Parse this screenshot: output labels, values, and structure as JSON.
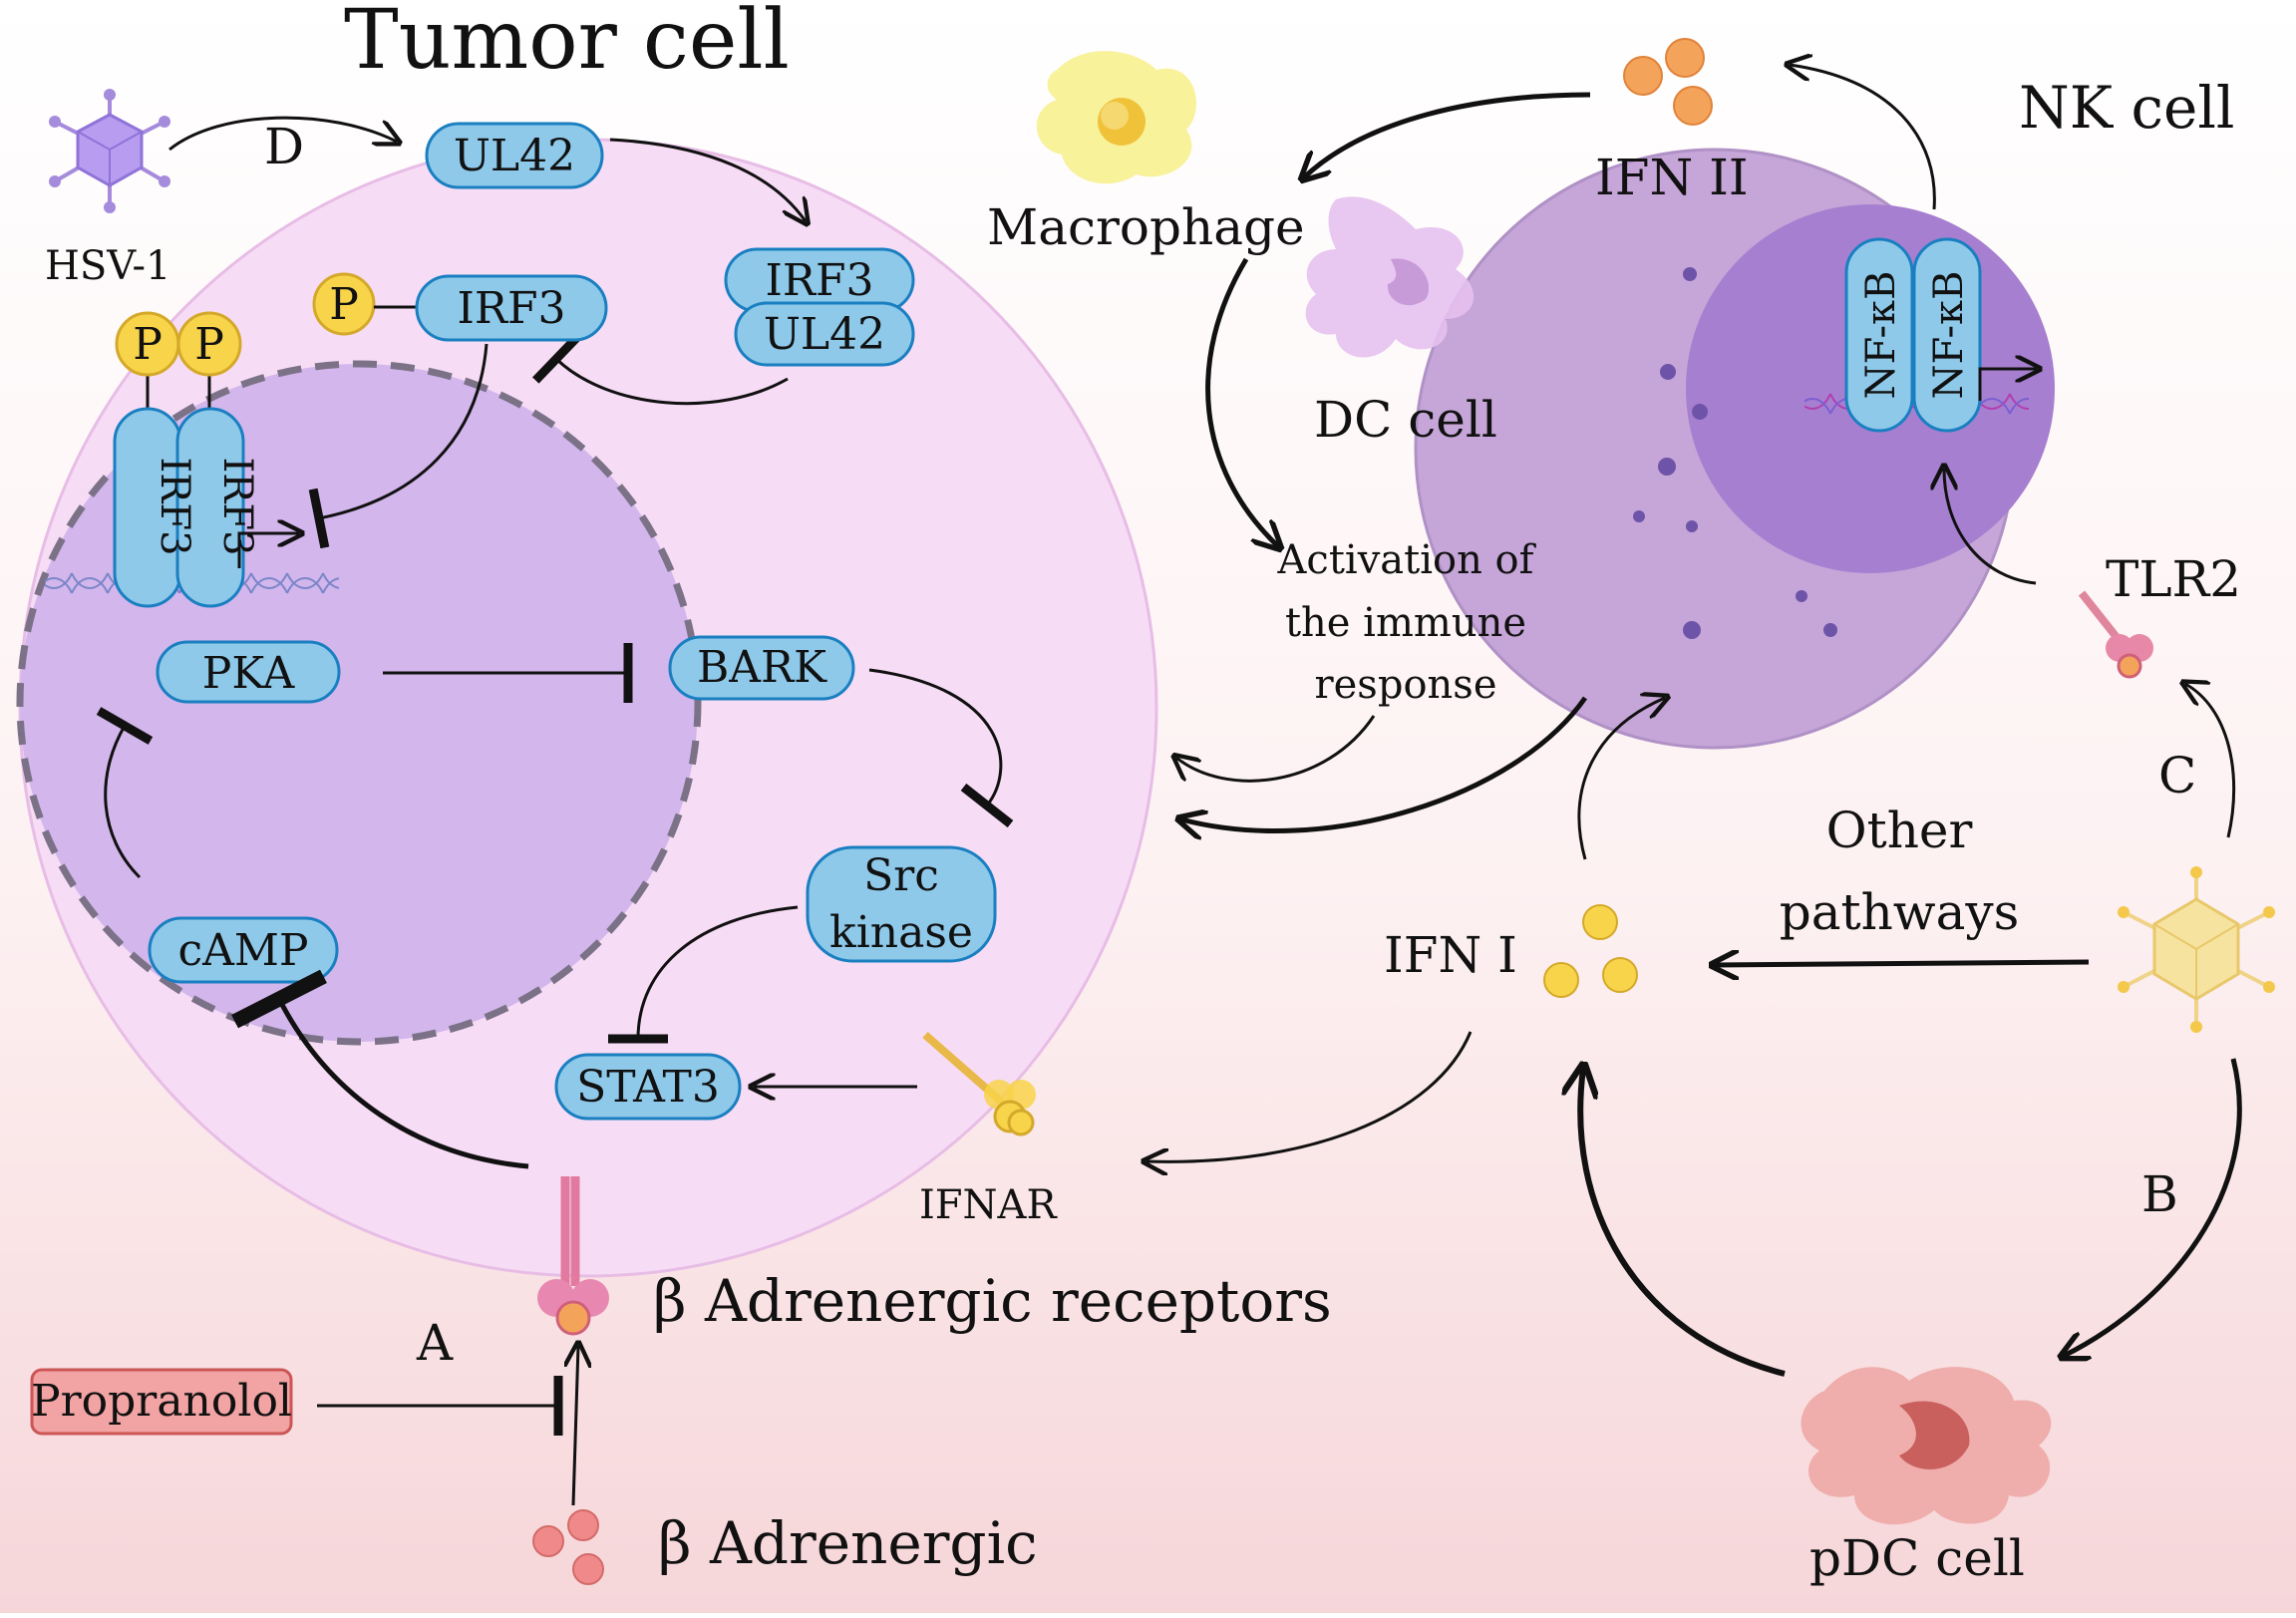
{
  "title": "Tumor cell",
  "labels": {
    "hsv1": "HSV-1",
    "d": "D",
    "a": "A",
    "b": "B",
    "c": "C",
    "macrophage": "Macrophage",
    "dc_cell": "DC cell",
    "nk_cell": "NK cell",
    "ifn_ii": "IFN II",
    "ifn_i": "IFN I",
    "tlr2": "TLR2",
    "other_pathways_1": "Other",
    "other_pathways_2": "pathways",
    "activation_1": "Activation of",
    "activation_2": "the immune",
    "activation_3": "response",
    "ifnar": "IFNAR",
    "beta_receptors": "β Adrenergic receptors",
    "beta_adrenergic": "β Adrenergic",
    "pdc_cell": "pDC cell",
    "p": "P"
  },
  "proteins": {
    "ul42": "UL42",
    "irf3": "IRF3",
    "irf3_complex_1": "IRF3",
    "irf3_complex_2": "UL42",
    "pka": "PKA",
    "bark": "BARK",
    "src_1": "Src",
    "src_2": "kinase",
    "camp": "cAMP",
    "stat3": "STAT3",
    "propranolol": "Propranolol",
    "nfkb": "NF-κB"
  },
  "colors": {
    "tumor_cell": "#f7dcf5",
    "tumor_nucleus": "#d2b6ec",
    "nk_cell": "#c6a6d8",
    "nk_nucleus": "#a77fd0",
    "protein_fill": "#8ec9ea",
    "protein_stroke": "#1a7fc0",
    "propranolol_fill": "#f2a3a3",
    "ifn_ii": "#f4a35a",
    "ifn_i": "#f8d44a",
    "beta": "#f08a8a"
  }
}
